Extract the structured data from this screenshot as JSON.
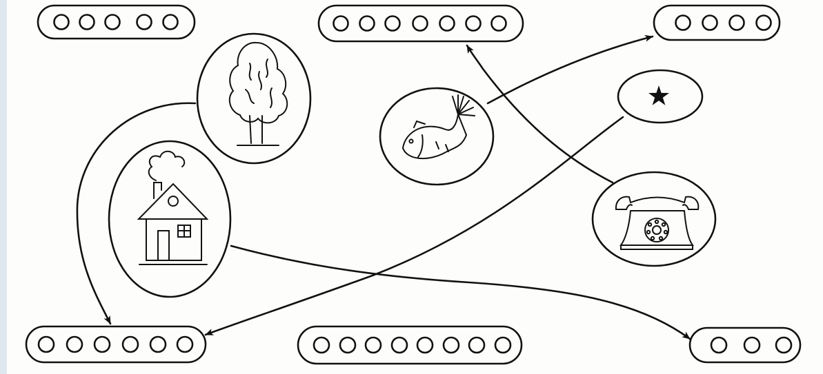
{
  "diagram": {
    "type": "matching-worksheet",
    "ink_color": "#111111",
    "paper_color": "#fdfdfb",
    "slots": [
      {
        "id": "slot-top-left",
        "circles": 5
      },
      {
        "id": "slot-top-middle",
        "circles": 7
      },
      {
        "id": "slot-top-right",
        "circles": 4
      },
      {
        "id": "slot-bottom-left",
        "circles": 6
      },
      {
        "id": "slot-bottom-middle",
        "circles": 8
      },
      {
        "id": "slot-bottom-right",
        "circles": 3
      }
    ],
    "pictures": [
      {
        "id": "tree",
        "icon": "tree-icon"
      },
      {
        "id": "house",
        "icon": "house-icon"
      },
      {
        "id": "fish",
        "icon": "fish-icon"
      },
      {
        "id": "star",
        "icon": "star-icon"
      },
      {
        "id": "telephone",
        "icon": "telephone-icon"
      }
    ],
    "connections": [
      {
        "from": "tree",
        "to": "slot-bottom-left"
      },
      {
        "from": "house",
        "to": "slot-bottom-right"
      },
      {
        "from": "fish",
        "to": "slot-top-right"
      },
      {
        "from": "star",
        "to": "slot-bottom-left"
      },
      {
        "from": "telephone",
        "to": "slot-top-middle"
      }
    ]
  }
}
